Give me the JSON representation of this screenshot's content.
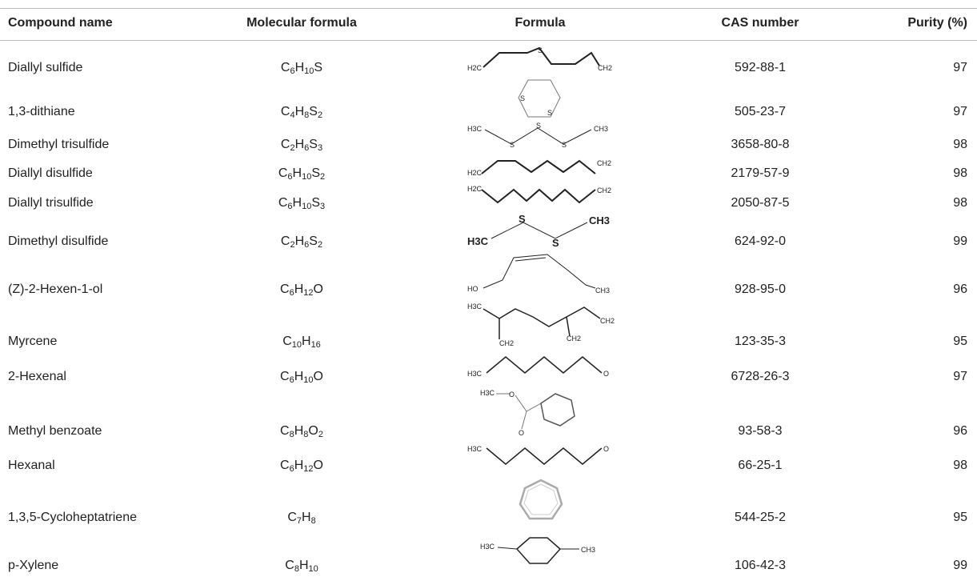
{
  "headers": {
    "name": "Compound name",
    "mf": "Molecular formula",
    "formula": "Formula",
    "cas": "CAS number",
    "purity": "Purity (%)"
  },
  "rows": [
    {
      "name": "Diallyl sulfide",
      "mf": [
        [
          "C",
          "6"
        ],
        [
          "H",
          "10"
        ],
        [
          "S",
          ""
        ]
      ],
      "cas": "592-88-1",
      "purity": "97"
    },
    {
      "name": "1,3-dithiane",
      "mf": [
        [
          "C",
          "4"
        ],
        [
          "H",
          "8"
        ],
        [
          "S",
          "2"
        ]
      ],
      "cas": "505-23-7",
      "purity": "97"
    },
    {
      "name": "Dimethyl trisulfide",
      "mf": [
        [
          "C",
          "2"
        ],
        [
          "H",
          "6"
        ],
        [
          "S",
          "3"
        ]
      ],
      "cas": "3658-80-8",
      "purity": "98"
    },
    {
      "name": "Diallyl disulfide",
      "mf": [
        [
          "C",
          "6"
        ],
        [
          "H",
          "10"
        ],
        [
          "S",
          "2"
        ]
      ],
      "cas": "2179-57-9",
      "purity": "98"
    },
    {
      "name": "Diallyl trisulfide",
      "mf": [
        [
          "C",
          "6"
        ],
        [
          "H",
          "10"
        ],
        [
          "S",
          "3"
        ]
      ],
      "cas": "2050-87-5",
      "purity": "98"
    },
    {
      "name": "Dimethyl disulfide",
      "mf": [
        [
          "C",
          "2"
        ],
        [
          "H",
          "6"
        ],
        [
          "S",
          "2"
        ]
      ],
      "cas": "624-92-0",
      "purity": "99"
    },
    {
      "name": "(Z)-2-Hexen-1-ol",
      "mf": [
        [
          "C",
          "6"
        ],
        [
          "H",
          "12"
        ],
        [
          "O",
          ""
        ]
      ],
      "cas": "928-95-0",
      "purity": "96"
    },
    {
      "name": "Myrcene",
      "mf": [
        [
          "C",
          "10"
        ],
        [
          "H",
          "16"
        ]
      ],
      "cas": "123-35-3",
      "purity": "95"
    },
    {
      "name": "2-Hexenal",
      "mf": [
        [
          "C",
          "6"
        ],
        [
          "H",
          "10"
        ],
        [
          "O",
          ""
        ]
      ],
      "cas": "6728-26-3",
      "purity": "97"
    },
    {
      "name": "Methyl benzoate",
      "mf": [
        [
          "C",
          "8"
        ],
        [
          "H",
          "8"
        ],
        [
          "O",
          "2"
        ]
      ],
      "cas": "93-58-3",
      "purity": "96"
    },
    {
      "name": "Hexanal",
      "mf": [
        [
          "C",
          "6"
        ],
        [
          "H",
          "12"
        ],
        [
          "O",
          ""
        ]
      ],
      "cas": "66-25-1",
      "purity": "98"
    },
    {
      "name": "1,3,5-Cycloheptatriene",
      "mf": [
        [
          "C",
          "7"
        ],
        [
          "H",
          "8"
        ]
      ],
      "cas": "544-25-2",
      "purity": "95"
    },
    {
      "name": "p-Xylene",
      "mf": [
        [
          "C",
          "8"
        ],
        [
          "H",
          "10"
        ]
      ],
      "cas": "106-42-3",
      "purity": "99"
    }
  ],
  "structure_labels": {
    "h3c": "H3C",
    "h2c": "H2C",
    "ch2": "CH2",
    "ch3": "CH3",
    "s": "S",
    "o": "O",
    "ho": "HO"
  }
}
